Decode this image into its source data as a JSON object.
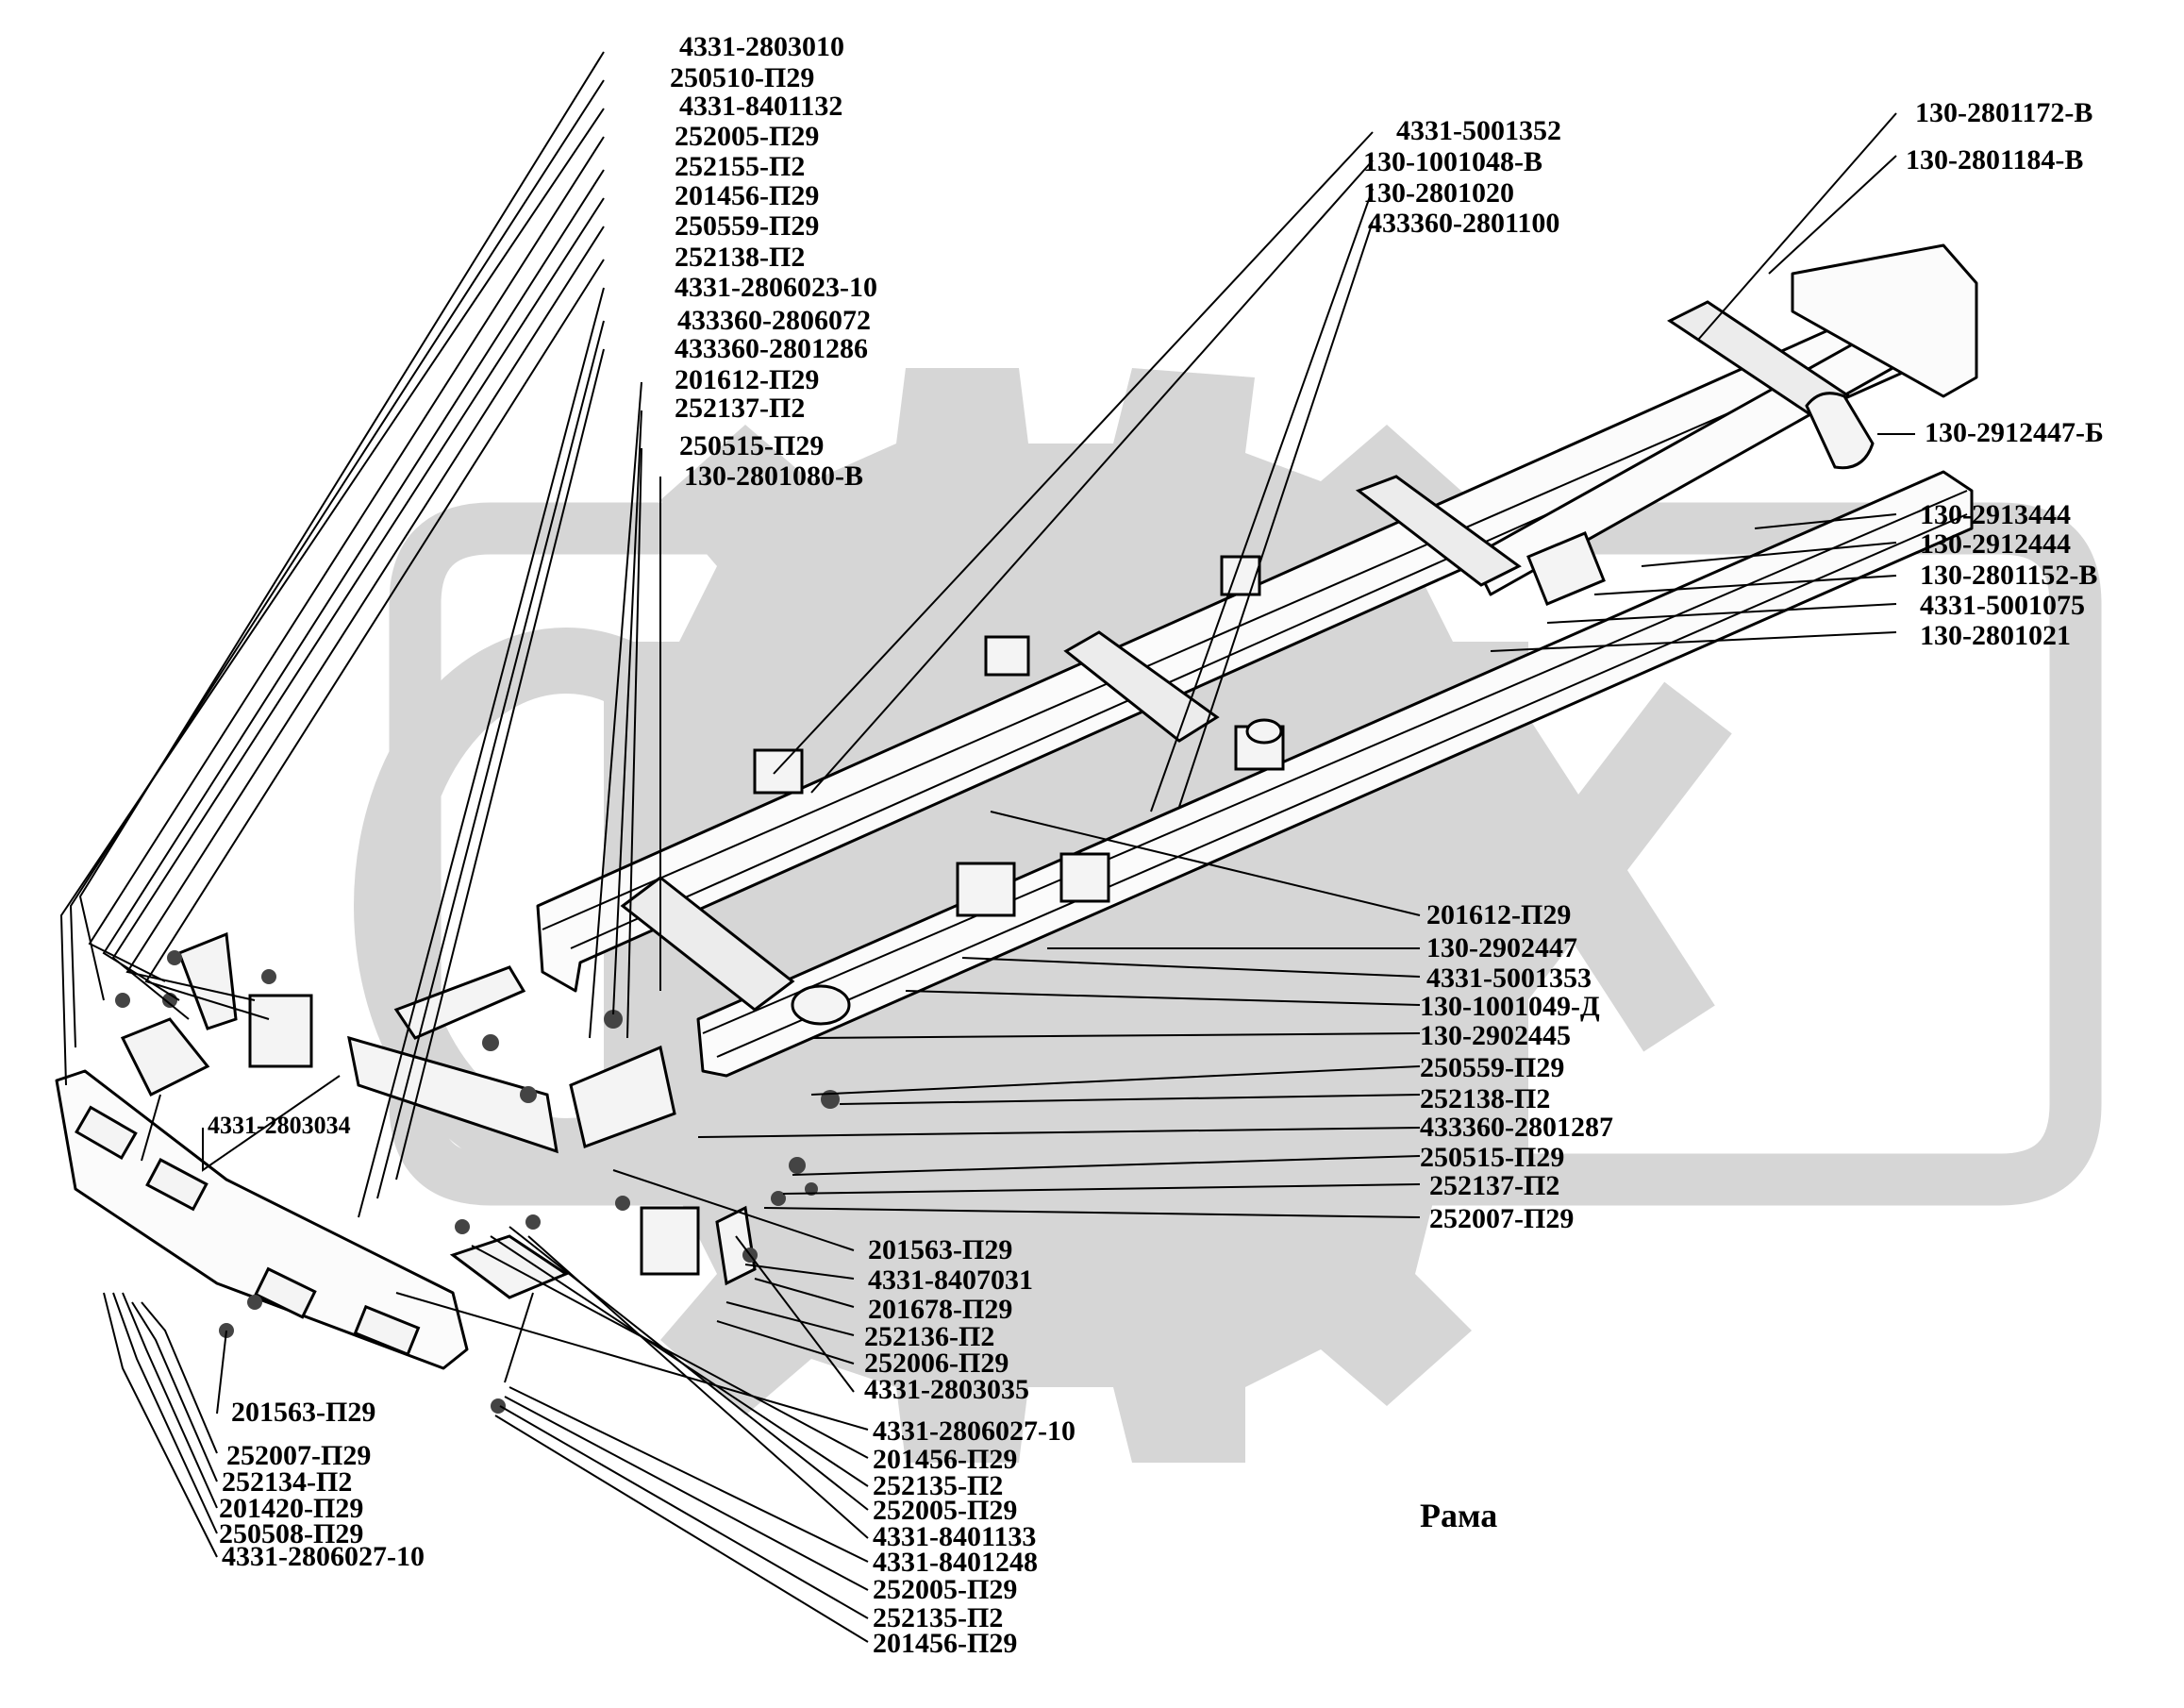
{
  "caption": "Рама",
  "watermark_text": "OEX",
  "colors": {
    "ink": "#000000",
    "watermark": "#d6d6d6",
    "paper": "#ffffff"
  },
  "labels_top_left": [
    "4331-2803010",
    "250510-П29",
    "4331-8401132",
    "252005-П29",
    "252155-П2",
    "201456-П29",
    "250559-П29",
    "252138-П2",
    "4331-2806023-10",
    "433360-2806072",
    "433360-2801286",
    "201612-П29",
    "252137-П2",
    "250515-П29",
    "130-2801080-В"
  ],
  "labels_top_center": [
    "4331-5001352",
    "130-1001048-В",
    "130-2801020",
    "433360-2801100"
  ],
  "labels_top_right": [
    "130-2801172-В",
    "130-2801184-В"
  ],
  "labels_right": [
    "130-2912447-Б",
    "130-2913444",
    "130-2912444",
    "130-2801152-В",
    "4331-5001075",
    "130-2801021"
  ],
  "labels_middle": [
    "201612-П29",
    "130-2902447",
    "4331-5001353",
    "130-1001049-Д",
    "130-2902445",
    "250559-П29",
    "252138-П2",
    "433360-2801287",
    "250515-П29",
    "252137-П2",
    "252007-П29"
  ],
  "label_left_bracket": "4331-2803034",
  "labels_bottom_center": [
    "201563-П29",
    "4331-8407031",
    "201678-П29",
    "252136-П2",
    "252006-П29",
    "4331-2803035"
  ],
  "labels_bottom_left": [
    "201563-П29",
    "252007-П29",
    "252134-П2",
    "201420-П29",
    "250508-П29",
    "4331-2806027-10"
  ],
  "labels_bottom_step": [
    "4331-2806027-10",
    "201456-П29",
    "252135-П2",
    "252005-П29",
    "4331-8401133",
    "4331-8401248",
    "252005-П29",
    "252135-П2",
    "201456-П29"
  ]
}
